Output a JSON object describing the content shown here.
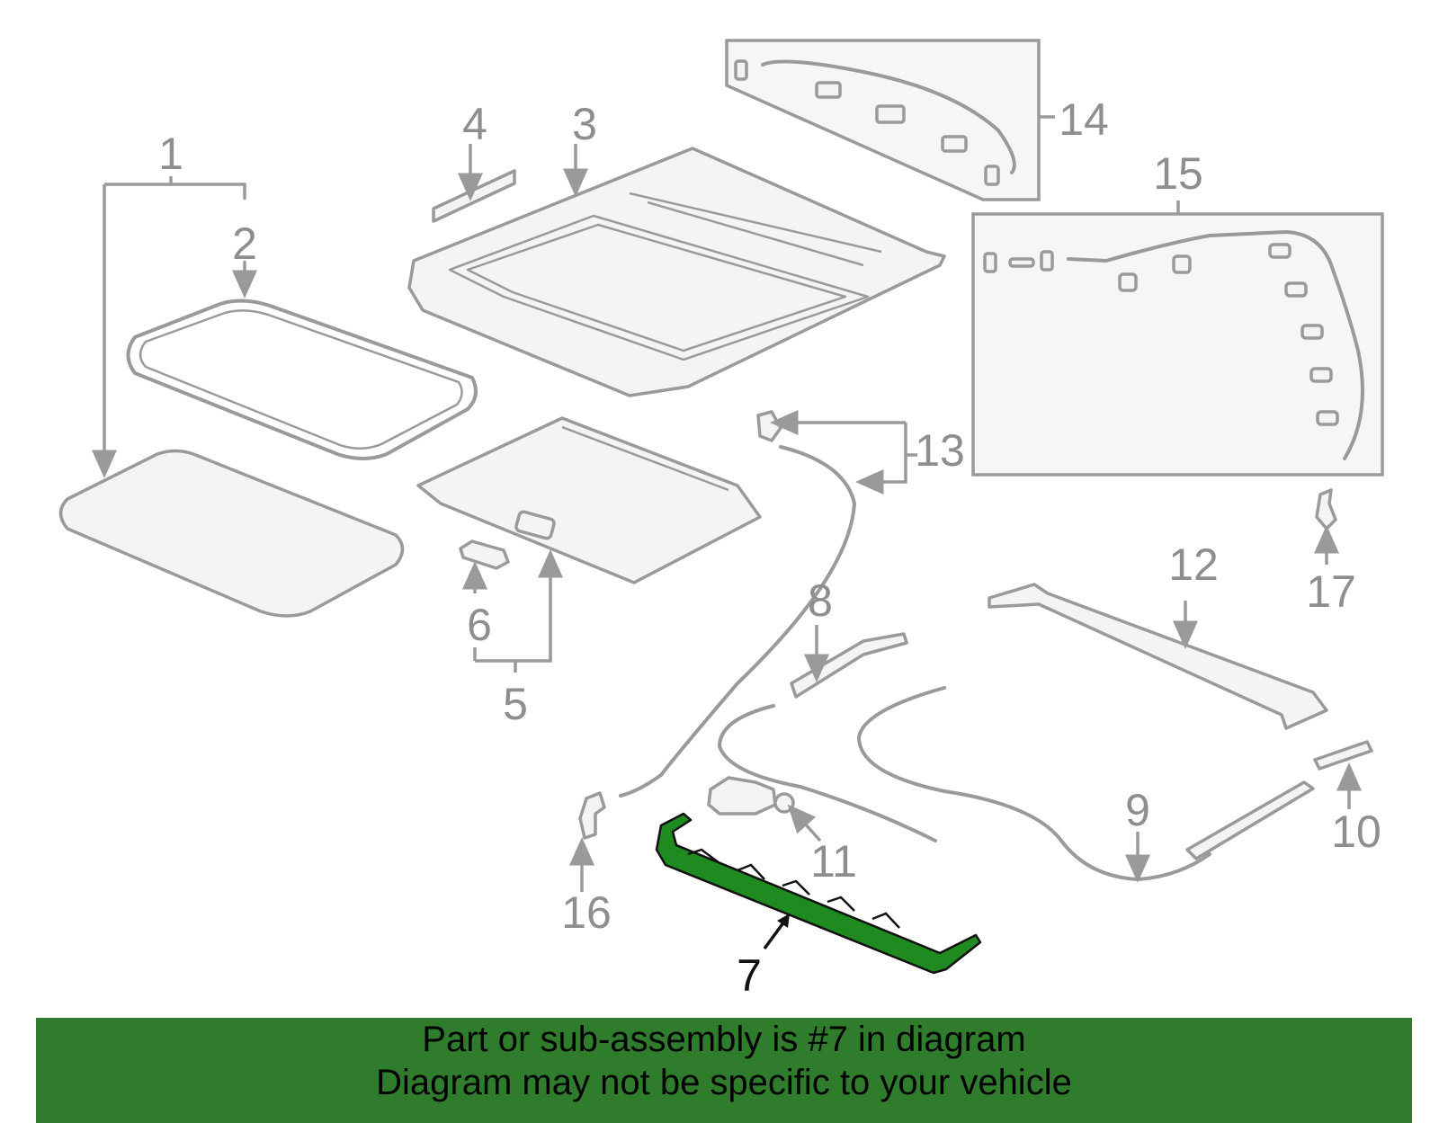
{
  "labels": {
    "p1": "1",
    "p2": "2",
    "p3": "3",
    "p4": "4",
    "p5": "5",
    "p6": "6",
    "p7": "7",
    "p8": "8",
    "p9": "9",
    "p10": "10",
    "p11": "11",
    "p12": "12",
    "p13": "13",
    "p14": "14",
    "p15": "15",
    "p16": "16",
    "p17": "17"
  },
  "highlighted_part": "7",
  "colors": {
    "highlight": "#1f8a1f",
    "banner": "#2f7d2c",
    "line_art": "#9a9a9a"
  },
  "banner": {
    "line1": "Part or sub-assembly is #7 in diagram",
    "line2": "Diagram may not be specific to your vehicle"
  }
}
